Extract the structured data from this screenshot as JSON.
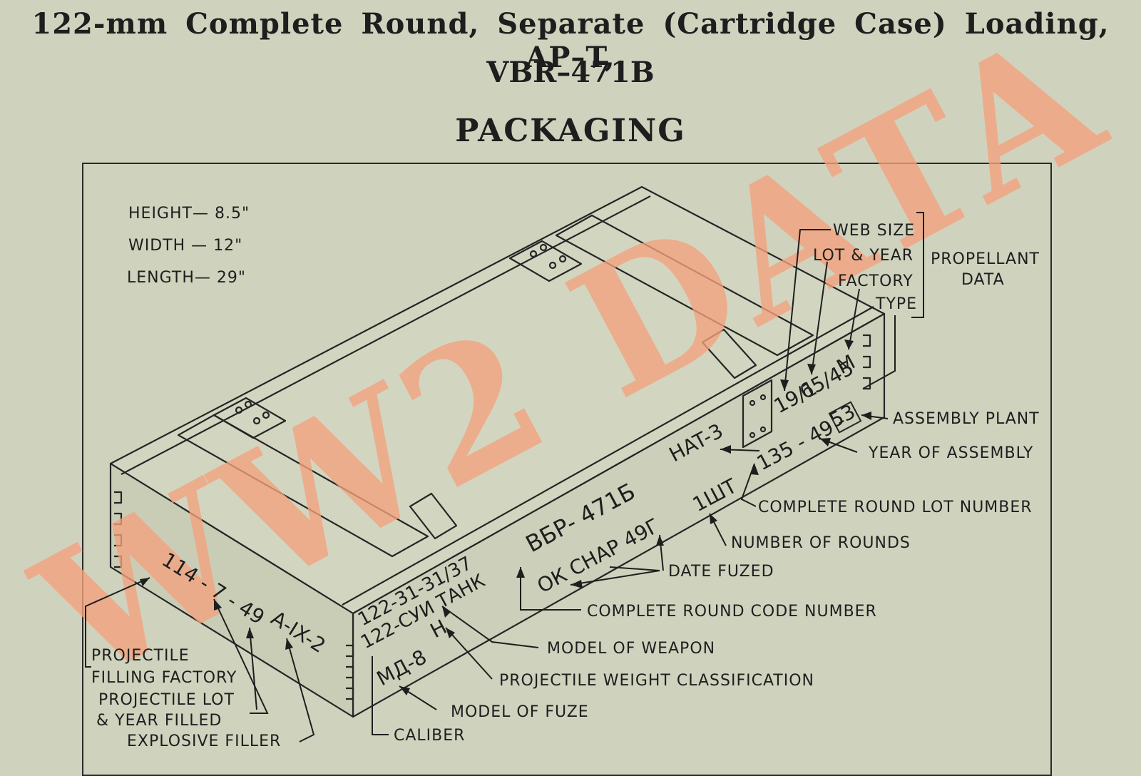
{
  "header": {
    "title_line1": "122-mm Complete Round, Separate (Cartridge Case) Loading, AP–T,",
    "title_line2": "VBR–471B",
    "section": "PACKAGING"
  },
  "dimensions": {
    "height": "HEIGHT— 8.5\"",
    "width": "WIDTH — 12\"",
    "length": "LENGTH— 29\""
  },
  "box_markings": {
    "propellant_fraction": "19/1",
    "propellant_lot": "65/45",
    "propellant_type": "M",
    "factory_code": "HAT-3",
    "lot_year": "135 - 49 -",
    "plant": "53",
    "designation": "ВБР- 471Б",
    "rounds": "1ШТ",
    "fuzed": "ОК СНАР 49Г",
    "weapon": "122-31-31/37",
    "weapon2": "122-СУИ ТАНК",
    "weight_class": "Н",
    "fuze": "МД-8",
    "proj_lot": "114 - 7 - 49",
    "filler": "А-IX-2"
  },
  "labels": {
    "web_size": "WEB SIZE",
    "lot_year": "LOT & YEAR",
    "factory": "FACTORY",
    "type": "TYPE",
    "propellant_1": "PROPELLANT",
    "propellant_2": "DATA",
    "assembly_plant": "ASSEMBLY PLANT",
    "year_of_assembly": "YEAR OF ASSEMBLY",
    "complete_round_lot": "COMPLETE ROUND LOT NUMBER",
    "number_of_rounds": "NUMBER OF ROUNDS",
    "date_fuzed": "DATE FUZED",
    "complete_round_code": "COMPLETE ROUND CODE NUMBER",
    "model_of_weapon": "MODEL OF WEAPON",
    "projectile_weight": "PROJECTILE WEIGHT CLASSIFICATION",
    "model_of_fuze": "MODEL OF FUZE",
    "caliber": "CALIBER",
    "projectile_1": "PROJECTILE",
    "projectile_2": "FILLING FACTORY",
    "proj_lot_1": "PROJECTILE LOT",
    "proj_lot_2": "& YEAR FILLED",
    "explosive_filler": "EXPLOSIVE FILLER"
  },
  "watermark": "WW2 DATA"
}
